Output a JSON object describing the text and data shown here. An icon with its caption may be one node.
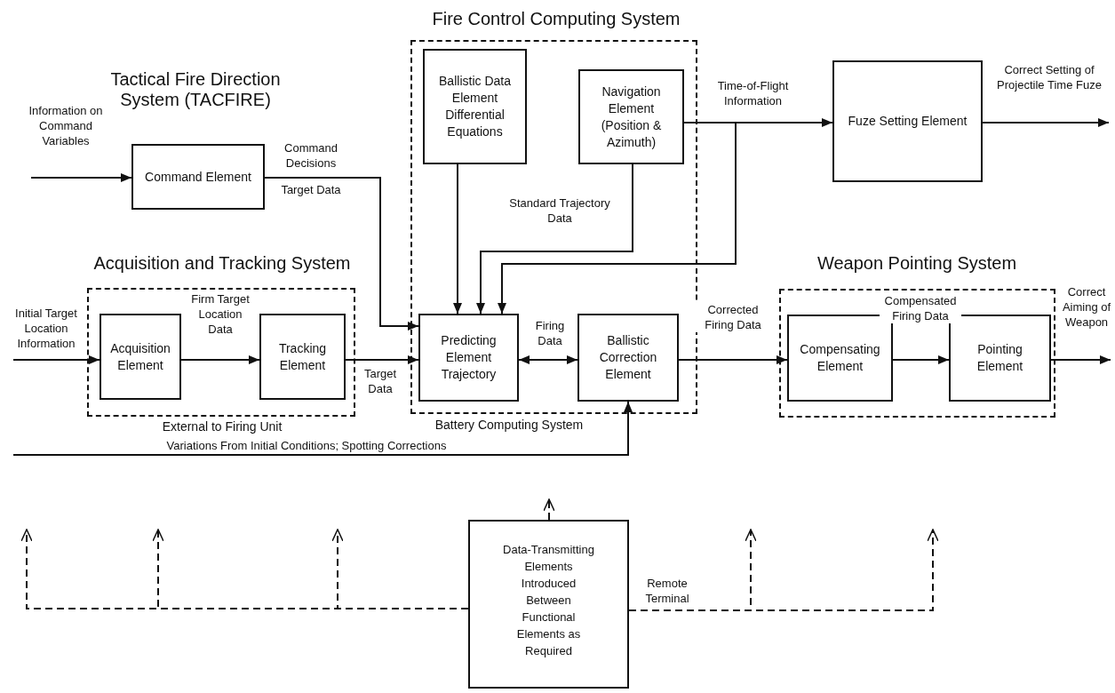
{
  "diagram": {
    "nodes": [
      {
        "text": [
          "Tactical Fire Direction System (TACFIRE)",
          "Command Element"
        ]
      },
      {
        "text": [
          "Fire Control Computing System"
        ],
        "beside": [
          "Battery Computing System"
        ]
      },
      {
        "text": [
          "Ballistic Data Element Differential Equations"
        ],
        "in": 1
      },
      {
        "text": [
          "Navigation Element (Position & Azimuth)"
        ],
        "in": 1
      },
      {
        "text": [
          "Predicting Element Trajectory"
        ],
        "in": 1
      },
      {
        "text": [
          "Ballistic Correction Element"
        ],
        "in": 1
      },
      {
        "text": [
          "Fuze Setting Element"
        ]
      },
      {
        "text": [
          "Acquisition and Tracking System"
        ],
        "beside": [
          "External to Firing Unit"
        ]
      },
      {
        "text": [
          "Acquisition Element"
        ],
        "in": 7
      },
      {
        "text": [
          "Tracking Element"
        ],
        "in": 7
      },
      {
        "text": [
          "Weapon Pointing System"
        ]
      },
      {
        "text": [
          "Compensating Element"
        ],
        "in": 10
      },
      {
        "text": [
          "Pointing Element"
        ],
        "in": 10
      },
      {
        "text": [
          "Data-Transmitting Elements Introduced Between Functional Elements as Required"
        ]
      }
    ],
    "edges": [
      {
        "from": null,
        "to": 0,
        "arrow": "to",
        "label": "Information on Command Variables"
      },
      {
        "from": 0,
        "to": 4,
        "arrow": "to",
        "label": "Command Decisions"
      },
      {
        "from": 2,
        "to": 4,
        "arrow": "to"
      },
      {
        "from": 3,
        "to": 4,
        "arrow": "to",
        "label": "Standard Trajectory Data"
      },
      {
        "from": 3,
        "to": 6,
        "arrow": "to",
        "label": "Time-of-Flight Information"
      },
      {
        "from": 3,
        "to": 4,
        "arrow": "to"
      },
      {
        "from": null,
        "to": 8,
        "arrow": "to",
        "label": "Initial Target Location Information"
      },
      {
        "from": 8,
        "to": 9,
        "arrow": "to",
        "label": "Firm Target Location Data"
      },
      {
        "from": 9,
        "to": 4,
        "arrow": "to",
        "label": "Target Data"
      },
      {
        "from": 4,
        "to": 5,
        "arrow": "both",
        "label": "Firing Data"
      },
      {
        "from": 5,
        "to": 11,
        "arrow": "to",
        "label": "Corrected Firing Data"
      },
      {
        "from": 11,
        "to": 12,
        "arrow": "to",
        "label": "Compensated Firing Data"
      },
      {
        "from": 12,
        "to": null,
        "arrow": "to",
        "label": "Correct Aiming of Weapon"
      },
      {
        "from": 6,
        "to": null,
        "arrow": "to",
        "label": "Correct Setting of Projectile Time Fuze"
      },
      {
        "from": null,
        "to": 5,
        "arrow": "to",
        "label": "Variations From Initial Conditions; Spotting Corrections"
      },
      {
        "from": 13,
        "to": null,
        "arrow": "to",
        "style": "dashed"
      },
      {
        "from": 13,
        "to": null,
        "arrow": "to",
        "style": "dashed"
      },
      {
        "from": 13,
        "to": null,
        "arrow": "to",
        "style": "dashed"
      },
      {
        "from": 13,
        "to": null,
        "arrow": "to",
        "style": "dashed"
      },
      {
        "from": 13,
        "to": null,
        "arrow": "to",
        "style": "dashed",
        "label": "Remote Terminal"
      },
      {
        "from": 13,
        "to": null,
        "arrow": "to",
        "style": "dashed"
      }
    ],
    "labels": [
      "Target Data"
    ]
  }
}
